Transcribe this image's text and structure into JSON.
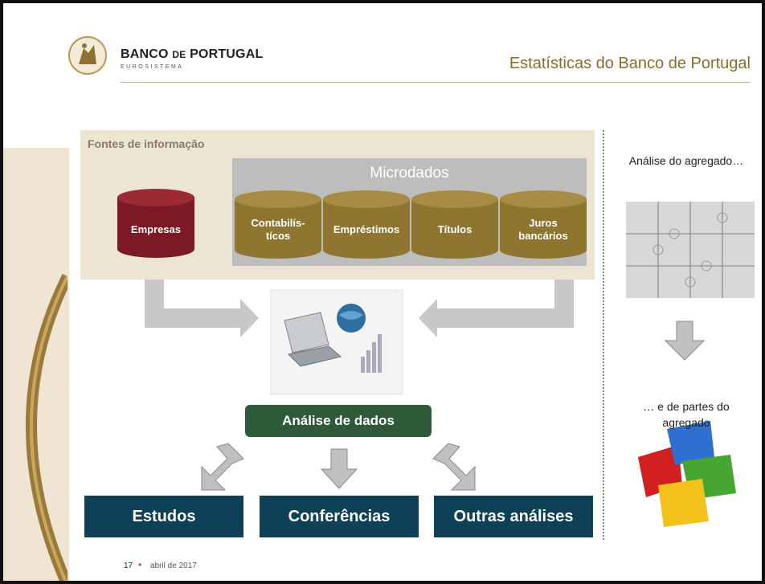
{
  "header": {
    "bank_name_1": "BANCO",
    "bank_name_de": "DE",
    "bank_name_2": "PORTUGAL",
    "bank_subtitle": "EUROSISTEMA",
    "title": "Estatísticas do Banco de Portugal"
  },
  "sources": {
    "label": "Fontes de informação",
    "company_db": "Empresas",
    "microdata_label": "Microdados",
    "microdata_items": [
      "Contabilís-\ntícos",
      "Empréstimos",
      "Títulos",
      "Juros\nbancários"
    ]
  },
  "analysis": {
    "label": "Análise de dados"
  },
  "outputs": [
    "Estudos",
    "Conferências",
    "Outras análises"
  ],
  "right_column": {
    "top_text": "Análise do agregado…",
    "bottom_text": "… e de partes do agregado"
  },
  "footer": {
    "page_number": "17",
    "bullet": "•",
    "date": "abril de 2017"
  },
  "colors": {
    "company_cylinder": "#7b1a24",
    "micro_cylinder": "#8f7630",
    "analysis_button": "#2e5a3a",
    "output_box": "#0e4058",
    "gold_text": "#8a6d2e"
  }
}
